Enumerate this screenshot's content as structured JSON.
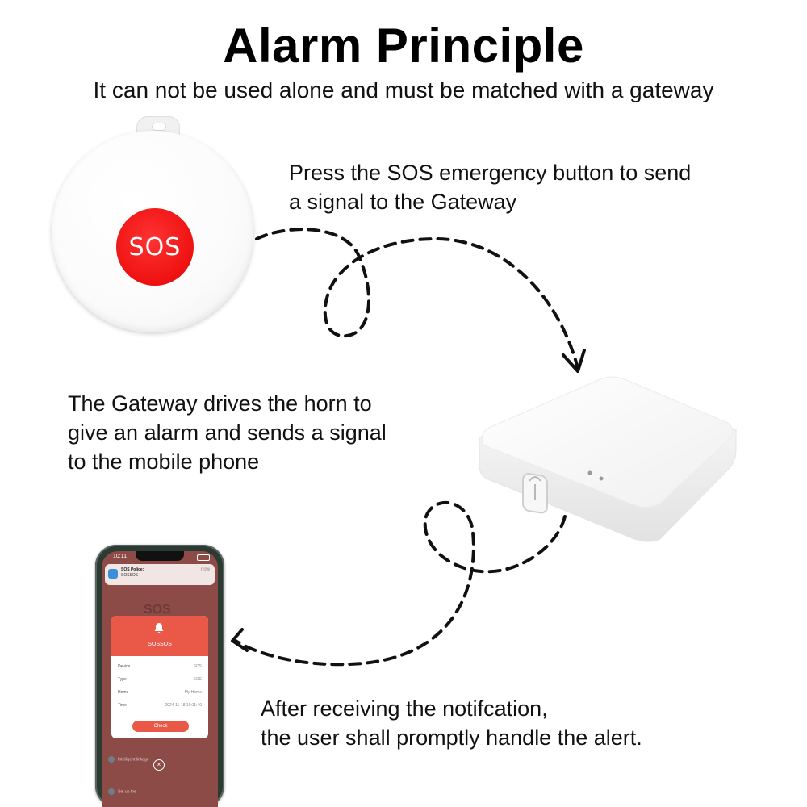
{
  "title": "Alarm Principle",
  "subtitle": "It can not be used alone and must be matched with a gateway",
  "captions": {
    "press_sos": [
      "Press the SOS emergency button to send",
      "a signal to the Gateway"
    ],
    "gateway_drives": [
      "The Gateway drives the horn to",
      "give an alarm and sends a signal",
      "to the mobile phone"
    ],
    "after_receiving": [
      "After receiving the notifcation,",
      "the user shall promptly handle the alert."
    ]
  },
  "sos_device": {
    "button_label": "SOS"
  },
  "phone": {
    "status_time": "10:11",
    "notification": {
      "title": "SOS Police:",
      "body": "SOSSOS",
      "time": "now"
    },
    "background_text": "SOS",
    "card": {
      "title": "SOSSOS",
      "rows": [
        {
          "key": "Device",
          "value": "SOS"
        },
        {
          "key": "Type",
          "value": "SOS"
        },
        {
          "key": "Home",
          "value": "My Home"
        },
        {
          "key": "Time",
          "value": "2024-11-18 10:11:40"
        }
      ],
      "button": "Check"
    },
    "close_glyph": "×",
    "bottom_items": [
      "Intelligent linkage",
      "Set up the"
    ]
  },
  "colors": {
    "sos_red": "#e31414",
    "alert_red": "#ea5848",
    "arrow": "#111111"
  }
}
